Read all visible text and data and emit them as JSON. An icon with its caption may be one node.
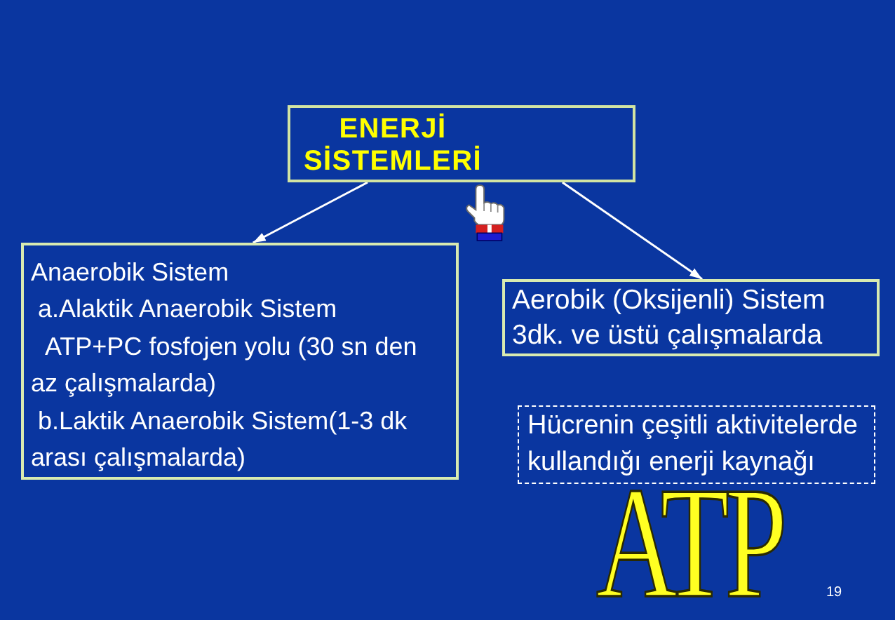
{
  "diagram": {
    "nodes": [
      {
        "text": [
          "ENERJİ SİSTEMLERİ"
        ]
      },
      {
        "text": [
          "Anaerobik Sistem",
          "a.Alaktik Anaerobik Sistem",
          "ATP+PC fosfojen yolu (30 sn den az çalışmalarda)",
          "b.Laktik Anaerobik Sistem(1-3 dk arası çalışmalarda)"
        ]
      },
      {
        "text": [
          "Aerobik (Oksijenli) Sistem",
          "3dk. ve üstü çalışmalarda"
        ]
      },
      {
        "text": [
          "Hücrenin çeşitli aktivitelerde kullandığı enerji kaynağı"
        ]
      }
    ],
    "edges": [
      {
        "from": 0,
        "to": 1,
        "arrow": "to"
      },
      {
        "from": 0,
        "to": 2,
        "arrow": "to"
      }
    ],
    "labels": [
      "ATP",
      "19"
    ]
  }
}
